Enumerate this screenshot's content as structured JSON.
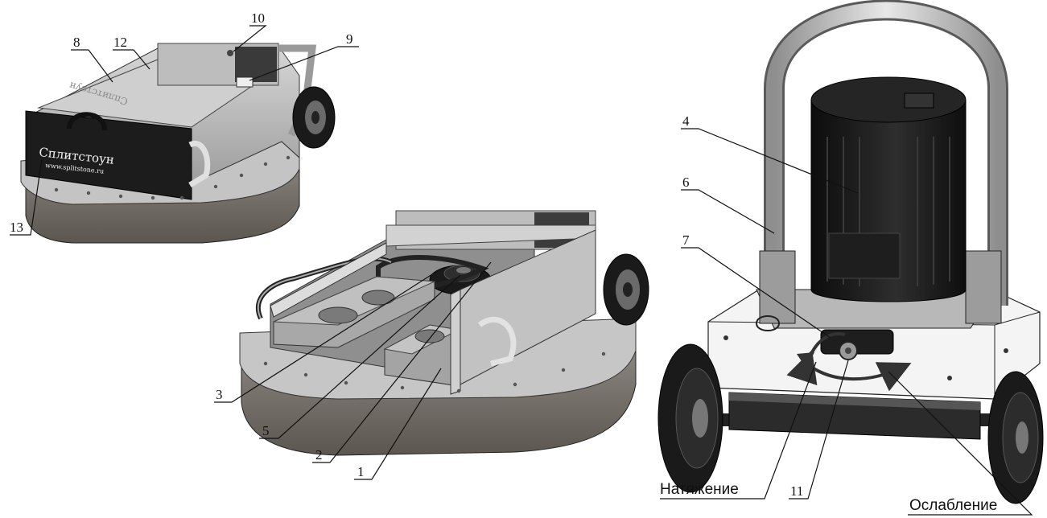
{
  "callouts": {
    "c1": "1",
    "c2": "2",
    "c3": "3",
    "c4": "4",
    "c5": "5",
    "c6": "6",
    "c7": "7",
    "c8": "8",
    "c9": "9",
    "c10": "10",
    "c11": "11",
    "c12": "12",
    "c13": "13"
  },
  "labels": {
    "tension": "Натяжение",
    "release": "Ослабление"
  },
  "machine": {
    "brand": "Сплитстоун",
    "site": "www.splitstone.ru"
  },
  "colors": {
    "housing": "#b8b8b8",
    "dark_panel": "#1c1c1c",
    "pad": "#6e6a66",
    "motor": "#141414",
    "outline": "#111111"
  }
}
